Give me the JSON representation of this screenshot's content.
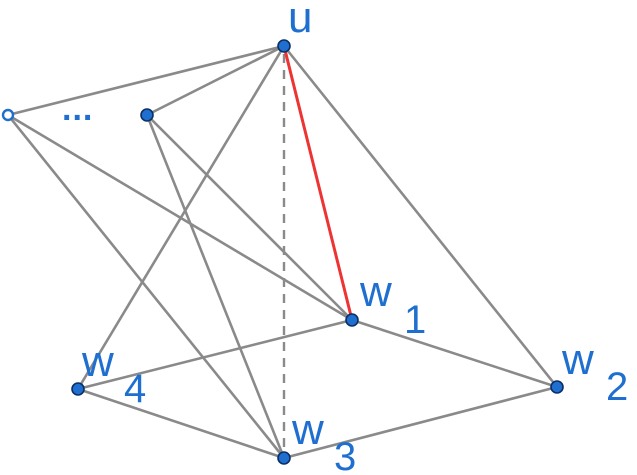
{
  "labels": {
    "u": "u",
    "w1": {
      "base": "w",
      "sub": "1"
    },
    "w2": {
      "base": "w",
      "sub": "2"
    },
    "w3": {
      "base": "w",
      "sub": "3"
    },
    "w4": {
      "base": "w",
      "sub": "4"
    },
    "ellipsis": "..."
  },
  "colors": {
    "vertex": "#1e6fcf",
    "edge": "#8a8a8a",
    "highlight_edge": "#ee3333",
    "label": "#1e6fcf"
  },
  "graph": {
    "highlighted_edge": [
      "u",
      "w1"
    ],
    "dashed_edge": [
      "u",
      "w3"
    ],
    "edges": [
      [
        "u",
        "left"
      ],
      [
        "u",
        "mid"
      ],
      [
        "u",
        "w4"
      ],
      [
        "u",
        "w2"
      ],
      [
        "left",
        "w1"
      ],
      [
        "left",
        "w3"
      ],
      [
        "mid",
        "w1"
      ],
      [
        "mid",
        "w3"
      ],
      [
        "w4",
        "w1"
      ],
      [
        "w4",
        "w3"
      ],
      [
        "w1",
        "w2"
      ],
      [
        "w3",
        "w2"
      ]
    ]
  }
}
